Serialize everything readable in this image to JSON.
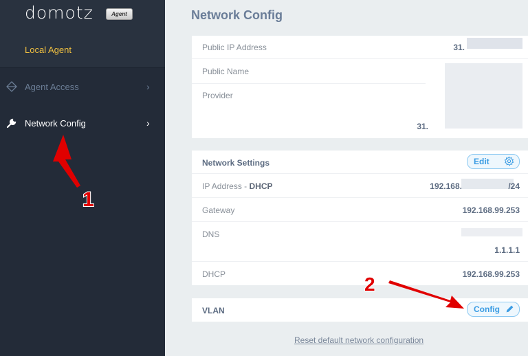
{
  "sidebar": {
    "logo": "domotz",
    "badge": "Agent",
    "agent_name": "Local Agent",
    "items": [
      {
        "label": "Agent Access",
        "icon": "diamond-icon",
        "chevron": "›"
      },
      {
        "label": "Network Config",
        "icon": "wrench-icon",
        "chevron": "›"
      }
    ]
  },
  "main": {
    "title": "Network Config",
    "public": {
      "rows": [
        {
          "label": "Public IP Address",
          "value": "31."
        },
        {
          "label": "Public Name",
          "value": ""
        },
        {
          "label": "Provider",
          "value": "31."
        }
      ]
    },
    "network_settings": {
      "title": "Network Settings",
      "edit_label": "Edit",
      "rows": [
        {
          "label": "IP Address - ",
          "label_bold": "DHCP",
          "value_prefix": "192.168.",
          "value_suffix": "/24"
        },
        {
          "label": "Gateway",
          "value": "192.168.99.253"
        },
        {
          "label": "DNS",
          "value": "1.1.1.1"
        },
        {
          "label": "DHCP",
          "value": "192.168.99.253"
        }
      ]
    },
    "vlan": {
      "label": "VLAN",
      "config_label": "Config"
    },
    "reset_link": "Reset default network configuration"
  },
  "annotations": {
    "step1": "1",
    "step2": "2",
    "color": "#e00000"
  }
}
